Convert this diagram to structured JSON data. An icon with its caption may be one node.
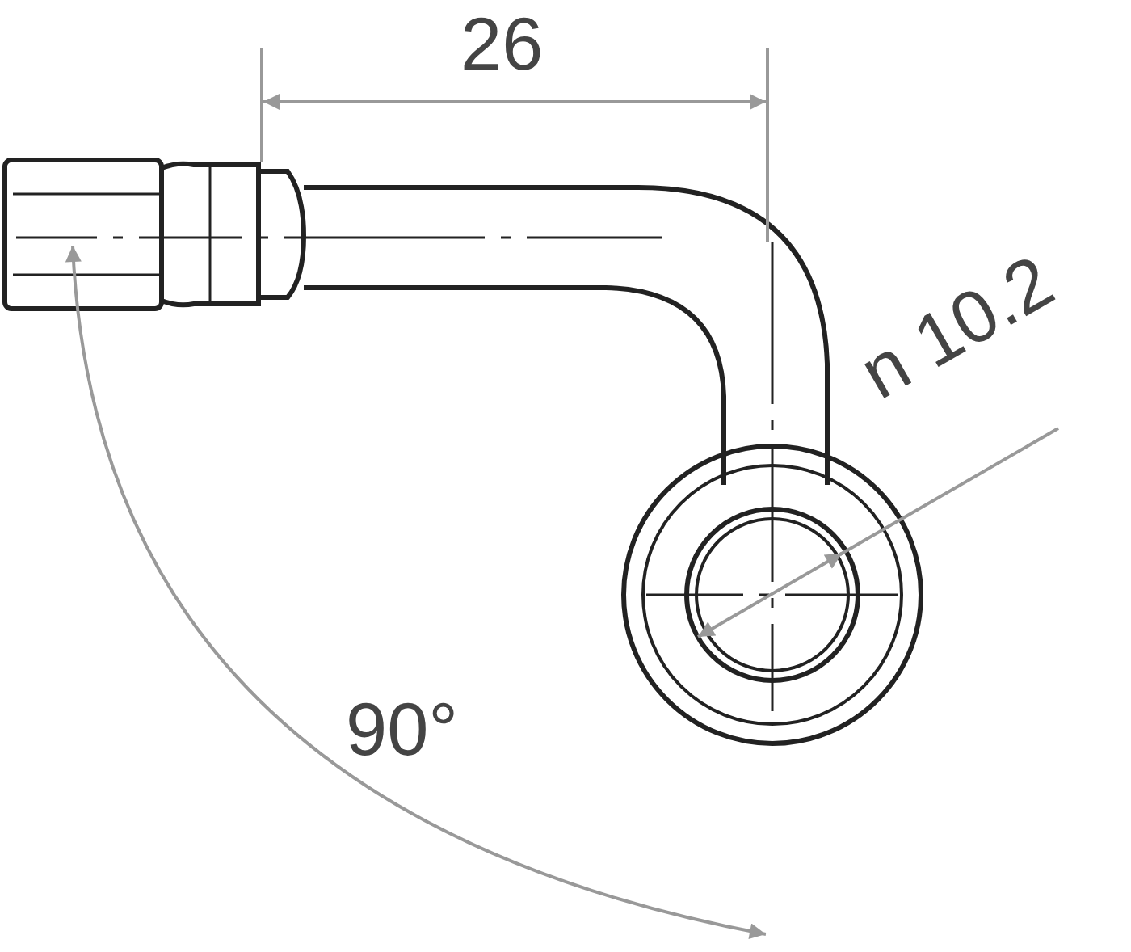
{
  "diagram": {
    "labels": [
      "26",
      "n 10.2",
      "90°"
    ]
  }
}
